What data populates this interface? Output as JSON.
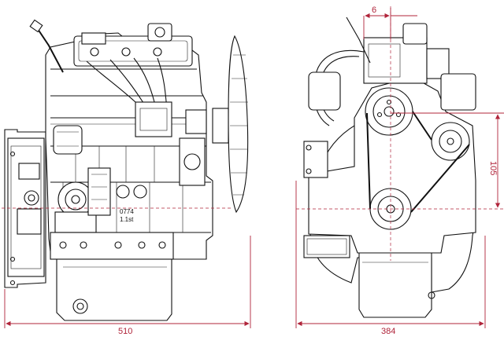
{
  "dimensions": {
    "side_view_width": "510",
    "front_view_width": "384",
    "vertical_height": "105",
    "top_offset": "6"
  },
  "part_label": {
    "line1": "0774",
    "line2": "1.1st"
  },
  "colors": {
    "ink": "#111111",
    "dimension_red": "#b0243a",
    "background": "#ffffff"
  }
}
